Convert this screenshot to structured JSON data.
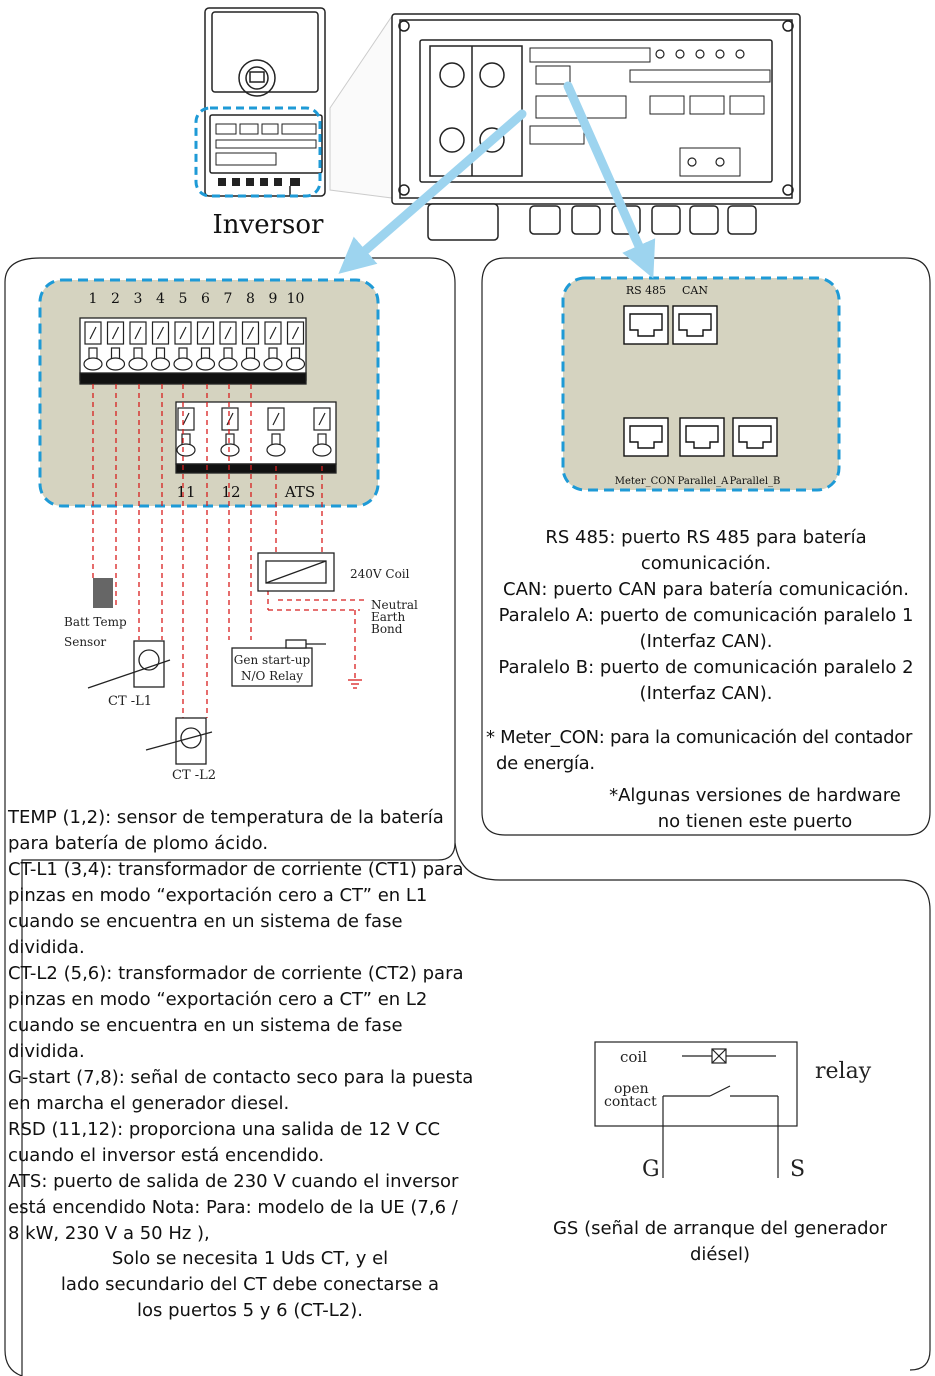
{
  "inverter": {
    "label": "Inversor"
  },
  "left_panel": {
    "terminal_numbers": [
      "1",
      "2",
      "3",
      "4",
      "5",
      "6",
      "7",
      "8",
      "9",
      "10"
    ],
    "lower_terminal_labels": [
      "11",
      "12",
      "ATS"
    ],
    "components": {
      "batt_temp_line1": "Batt Temp",
      "batt_temp_line2": "Sensor",
      "ct_l1": "CT -L1",
      "ct_l2": "CT -L2",
      "coil": "240V Coil",
      "neutral": "Neutral",
      "earth": "Earth",
      "bond": "Bond",
      "gen_line1": "Gen start-up",
      "gen_line2": "N/O Relay"
    },
    "description": [
      "TEMP (1,2): sensor de temperatura de la batería",
      "para batería de plomo ácido.",
      "CT-L1 (3,4): transformador de corriente (CT1) para",
      "pinzas en modo “exportación cero a CT” en L1",
      "cuando se encuentra en un sistema de fase",
      "dividida.",
      "CT-L2 (5,6): transformador de corriente (CT2) para",
      "pinzas en modo “exportación cero a CT” en L2",
      "cuando se encuentra en un sistema de fase",
      "dividida.",
      "G-start (7,8): señal de contacto seco para la puesta",
      "en marcha el generador diesel.",
      "RSD (11,12): proporciona una salida de 12 V CC",
      "cuando el inversor está encendido.",
      "ATS: puerto de salida de 230 V cuando el inversor",
      "está encendido Nota: Para: modelo de la UE (7,6 /",
      "8 kW, 230 V a 50 Hz ),"
    ],
    "note": [
      "Solo se necesita 1 Uds CT, y el",
      "lado secundario del CT debe conectarse a",
      "los puertos 5 y 6 (CT-L2)."
    ]
  },
  "right_panel": {
    "ports": {
      "rs485": "RS 485",
      "can": "CAN",
      "meter_con": "Meter_CON",
      "parallel_a": "Parallel_A",
      "parallel_b": "Parallel_B"
    },
    "description": [
      "RS 485: puerto RS 485 para batería",
      "comunicación.",
      "CAN: puerto CAN para batería comunicación.",
      "Paralelo A: puerto de comunicación paralelo 1",
      "(Interfaz CAN).",
      "Paralelo B: puerto de comunicación paralelo 2",
      "(Interfaz CAN)."
    ],
    "meter_note_line1": "* Meter_CON: para la comunicación del contador",
    "meter_note_line2": "de energía.",
    "hw_note_line1": "*Algunas versiones de hardware",
    "hw_note_line2": "no tienen este puerto"
  },
  "relay_panel": {
    "coil": "coil",
    "open_line1": "open",
    "open_line2": "contact",
    "relay": "relay",
    "g": "G",
    "s": "S",
    "caption_line1": "GS (señal de arranque del generador",
    "caption_line2": "diésel)"
  },
  "colors": {
    "panel_fill": "#d5d3c0",
    "dashed_blue": "#1e9ad6",
    "arrow_blue": "#9dd4ef",
    "wire_red": "#d81e1e"
  }
}
